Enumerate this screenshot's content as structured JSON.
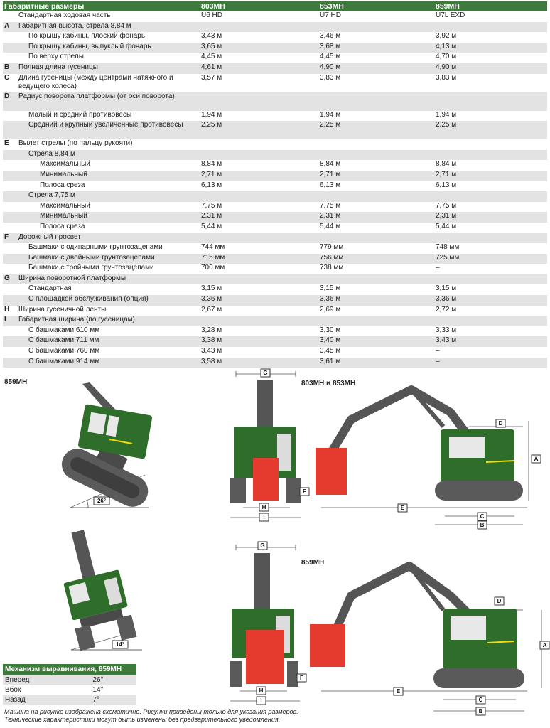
{
  "table": {
    "header": [
      "Габаритные размеры",
      "803MH",
      "853MH",
      "859MH"
    ],
    "rows": [
      {
        "c": [
          "",
          "Стандартная ходовая часть",
          "U6 HD",
          "U7 HD",
          "U7L EXD"
        ],
        "i": 0
      },
      {
        "c": [
          "A",
          "Габаритная высота, стрела 8,84 м",
          "",
          "",
          ""
        ],
        "i": 0
      },
      {
        "c": [
          "",
          "По крышу кабины, плоский фонарь",
          "3,43 м",
          "3,46 м",
          "3,92 м"
        ],
        "i": 1
      },
      {
        "c": [
          "",
          "По крышу кабины, выпуклый фонарь",
          "3,65 м",
          "3,68 м",
          "4,13 м"
        ],
        "i": 1
      },
      {
        "c": [
          "",
          "По верху стрелы",
          "4,45 м",
          "4,45 м",
          "4,70 м"
        ],
        "i": 1
      },
      {
        "c": [
          "B",
          "Полная длина гусеницы",
          "4,61 м",
          "4,90 м",
          "4,90 м"
        ],
        "i": 0
      },
      {
        "c": [
          "C",
          "Длина гусеницы (между центрами натяжного и ведущего колеса)",
          "3,57 м",
          "3,83 м",
          "3,83 м"
        ],
        "i": 0,
        "tall": true
      },
      {
        "c": [
          "D",
          "Радиус поворота платформы (от оси поворота)",
          "",
          "",
          ""
        ],
        "i": 0,
        "tall": true
      },
      {
        "c": [
          "",
          "Малый и средний противовесы",
          "1,94 м",
          "1,94 м",
          "1,94 м"
        ],
        "i": 1
      },
      {
        "c": [
          "",
          "Средний и крупный увеличенные противовесы",
          "2,25 м",
          "2,25 м",
          "2,25 м"
        ],
        "i": 1,
        "tall": true
      },
      {
        "c": [
          "E",
          "Вылет стрелы (по пальцу рукояти)",
          "",
          "",
          ""
        ],
        "i": 0
      },
      {
        "c": [
          "",
          "Стрела 8,84 м",
          "",
          "",
          ""
        ],
        "i": 1
      },
      {
        "c": [
          "",
          "Максимальный",
          "8,84 м",
          "8,84 м",
          "8,84 м"
        ],
        "i": 2
      },
      {
        "c": [
          "",
          "Минимальный",
          "2,71 м",
          "2,71 м",
          "2,71 м"
        ],
        "i": 2
      },
      {
        "c": [
          "",
          "Полоса среза",
          "6,13 м",
          "6,13 м",
          "6,13 м"
        ],
        "i": 2
      },
      {
        "c": [
          "",
          "Стрела 7,75 м",
          "",
          "",
          ""
        ],
        "i": 1
      },
      {
        "c": [
          "",
          "Максимальный",
          "7,75 м",
          "7,75 м",
          "7,75 м"
        ],
        "i": 2
      },
      {
        "c": [
          "",
          "Минимальный",
          "2,31 м",
          "2,31 м",
          "2,31 м"
        ],
        "i": 2
      },
      {
        "c": [
          "",
          "Полоса среза",
          "5,44 м",
          "5,44 м",
          "5,44 м"
        ],
        "i": 2
      },
      {
        "c": [
          "F",
          "Дорожный просвет",
          "",
          "",
          ""
        ],
        "i": 0
      },
      {
        "c": [
          "",
          "Башмаки с одинарными грунтозацепами",
          "744 мм",
          "779 мм",
          "748 мм"
        ],
        "i": 1
      },
      {
        "c": [
          "",
          "Башмаки с двойными грунтозацепами",
          "715 мм",
          "756 мм",
          "725 мм"
        ],
        "i": 1
      },
      {
        "c": [
          "",
          "Башмаки с тройными грунтозацепами",
          "700 мм",
          "738 мм",
          "–"
        ],
        "i": 1
      },
      {
        "c": [
          "G",
          "Ширина поворотной платформы",
          "",
          "",
          ""
        ],
        "i": 0
      },
      {
        "c": [
          "",
          "Стандартная",
          "3,15 м",
          "3,15 м",
          "3,15 м"
        ],
        "i": 1
      },
      {
        "c": [
          "",
          "С площадкой обслуживания (опция)",
          "3,36 м",
          "3,36 м",
          "3,36 м"
        ],
        "i": 1
      },
      {
        "c": [
          "H",
          "Ширина гусеничной ленты",
          "2,67 м",
          "2,69 м",
          "2,72 м"
        ],
        "i": 0
      },
      {
        "c": [
          "I",
          "Габаритная ширина (по гусеницам)",
          "",
          "",
          ""
        ],
        "i": 0
      },
      {
        "c": [
          "",
          "С башмаками 610 мм",
          "3,28 м",
          "3,30 м",
          "3,33 м"
        ],
        "i": 1
      },
      {
        "c": [
          "",
          "С башмаками 711 мм",
          "3,38 м",
          "3,40 м",
          "3,43 м"
        ],
        "i": 1
      },
      {
        "c": [
          "",
          "С башмаками 760 мм",
          "3,43 м",
          "3,45 м",
          "–"
        ],
        "i": 1
      },
      {
        "c": [
          "",
          "С башмаками 914 мм",
          "3,58 м",
          "3,61 м",
          "–"
        ],
        "i": 1
      }
    ]
  },
  "figures": {
    "label_859_top": "859MH",
    "label_803_853": "803MH и 853MH",
    "label_859_side": "859MH",
    "angle_forward": "26°",
    "angle_side": "14°",
    "dims": [
      "A",
      "B",
      "C",
      "D",
      "E",
      "F",
      "G",
      "H",
      "I"
    ]
  },
  "leveling": {
    "title": "Механизм выравнивания, 859MH",
    "rows": [
      [
        "Вперед",
        "26°"
      ],
      [
        "Вбок",
        "14°"
      ],
      [
        "Назад",
        "7°"
      ]
    ]
  },
  "footnote": [
    "Машина на рисунке изображена схематично. Рисунки приведены только для указания размеров.",
    "Технические характеристики могут быть изменены без предварительного уведомления."
  ],
  "colors": {
    "header_green": "#3d7a3c",
    "machine_green": "#2f6e2a",
    "track_gray": "#5a5a5a",
    "attachment_red": "#e53b2f",
    "accent_yellow": "#f5d90a"
  }
}
